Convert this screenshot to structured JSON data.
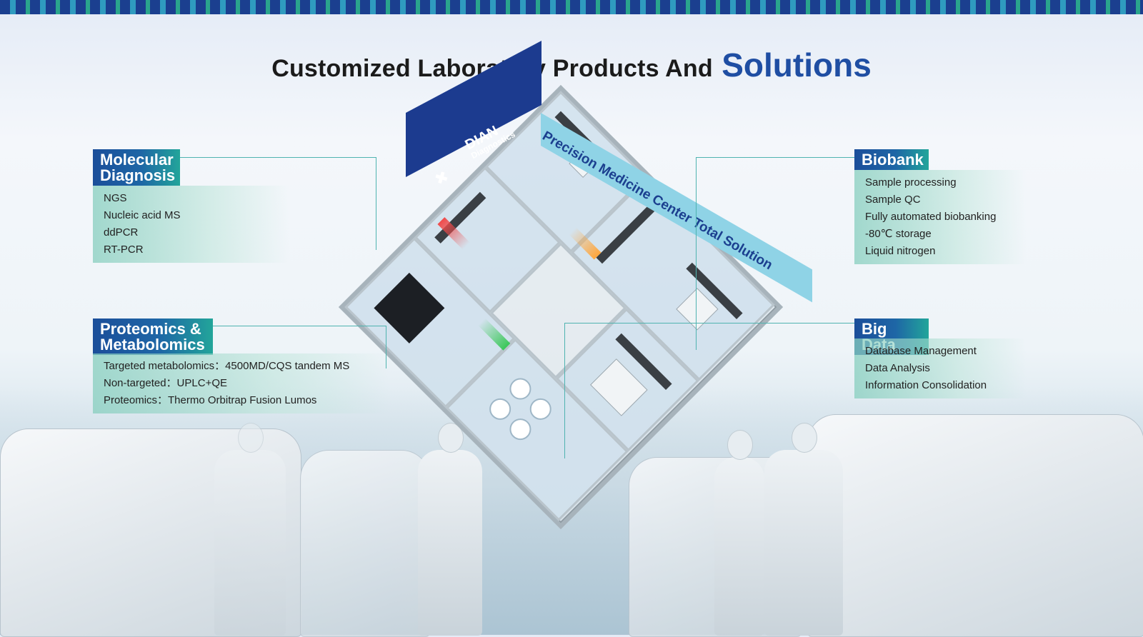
{
  "header": {
    "title_main": "Customized Laboratory Products And",
    "title_accent": "Solutions"
  },
  "brand": {
    "name": "DIAN",
    "tagline": "Diagnostics",
    "logo_icon": "dian-logo-icon"
  },
  "center_banner": "Precision Medicine Center Total Solution",
  "panels": {
    "molecular": {
      "title_line1": "Molecular",
      "title_line2": "Diagnosis",
      "items": [
        "NGS",
        "Nucleic acid MS",
        "ddPCR",
        "RT-PCR"
      ]
    },
    "proteomics": {
      "title_line1": "Proteomics &",
      "title_line2": "Metabolomics",
      "items": [
        "Targeted metabolomics：4500MD/CQS tandem MS",
        "Non-targeted：UPLC+QE",
        "Proteomics：Thermo Orbitrap Fusion Lumos"
      ]
    },
    "biobank": {
      "title": "Biobank",
      "items": [
        "Sample processing",
        "Sample QC",
        "Fully automated biobanking",
        "-80℃ storage",
        "Liquid nitrogen"
      ]
    },
    "bigdata": {
      "title": "Big Data",
      "items": [
        "Database Management",
        "Data Analysis",
        "Information Consolidation"
      ]
    }
  },
  "colors": {
    "brand_blue": "#1c3b8f",
    "accent_blue": "#1f4ea3",
    "teal": "#22a59a",
    "connector": "#4fb3b0"
  }
}
